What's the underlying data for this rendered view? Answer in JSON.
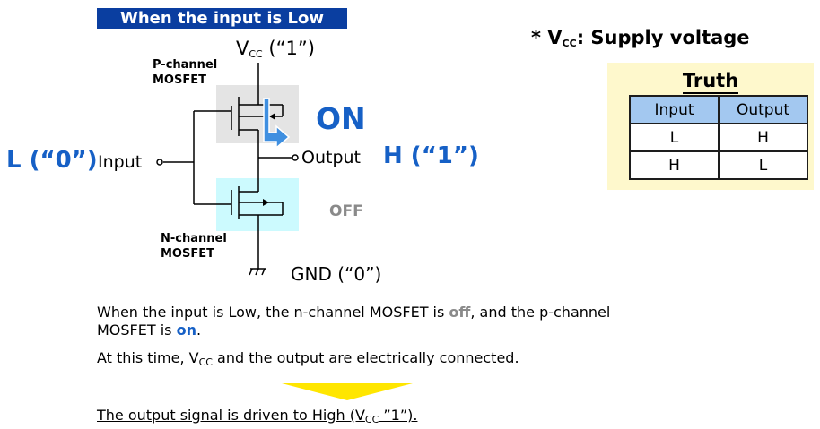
{
  "header": {
    "title": "When the input is Low"
  },
  "circuit": {
    "vcc_label": "V",
    "vcc_sub": "CC",
    "vcc_value": " (“1”)",
    "pmos_label_1": "P-channel",
    "pmos_label_2": "MOSFET",
    "nmos_label_1": "N-channel",
    "nmos_label_2": "MOSFET",
    "on_label": "ON",
    "off_label": "OFF",
    "input_state": "L (“0”)",
    "input_label": "Input",
    "output_label": "Output",
    "output_state": "H (“1”)",
    "gnd_label": "GND (“0”)",
    "colors": {
      "on_blue": "#1660c6",
      "pmos_bg": "#e4e4e4",
      "nmos_bg": "#ccfafe",
      "off_gray": "#8a8a8a",
      "arrow": "#3f8fe0"
    }
  },
  "note": {
    "prefix": "* V",
    "sub": "CC",
    "suffix": ": Supply voltage"
  },
  "truth_table": {
    "title": "Truth",
    "headers": [
      "Input",
      "Output"
    ],
    "rows": [
      [
        "L",
        "H"
      ],
      [
        "H",
        "L"
      ]
    ]
  },
  "explanation": {
    "line1_a": "When the input is Low, the n-channel MOSFET is ",
    "line1_off": "off",
    "line1_b": ", and the p-channel",
    "line2_a": "MOSFET is ",
    "line2_on": "on",
    "line2_b": ".",
    "line3_a": "At this time, V",
    "line3_sub": "CC",
    "line3_b": " and the output are electrically connected.",
    "conclusion_a": "The output signal is driven to High (V",
    "conclusion_sub": "CC",
    "conclusion_b": " ”1”)."
  }
}
